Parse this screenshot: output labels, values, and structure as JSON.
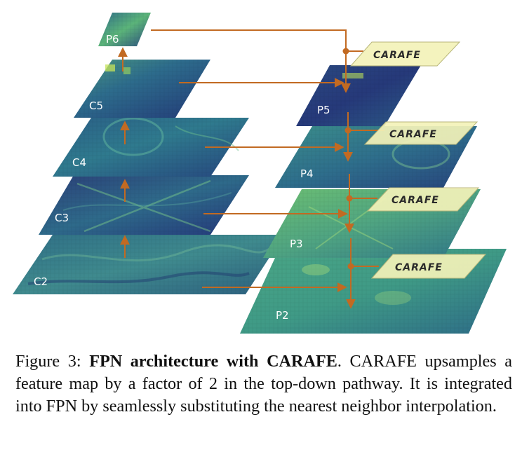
{
  "diagram": {
    "backbone_labels": {
      "c2": "C2",
      "c3": "C3",
      "c4": "C4",
      "c5": "C5"
    },
    "pyramid_labels": {
      "p2": "P2",
      "p3": "P3",
      "p4": "P4",
      "p5": "P5",
      "p6": "P6"
    },
    "module_label": "CARAFE",
    "colors": {
      "arrow": "#c26a22",
      "carafe_box": "#f3f2b8",
      "map_dark": "#27356d",
      "map_mid": "#2f7e8c",
      "map_light": "#8bd36a"
    }
  },
  "caption": {
    "prefix": "Figure 3: ",
    "title": "FPN architecture with CARAFE",
    "body": ". CARAFE upsamples a feature map by a factor of 2 in the top-down pathway. It is integrated into FPN by seamlessly substituting the nearest neighbor interpolation."
  }
}
